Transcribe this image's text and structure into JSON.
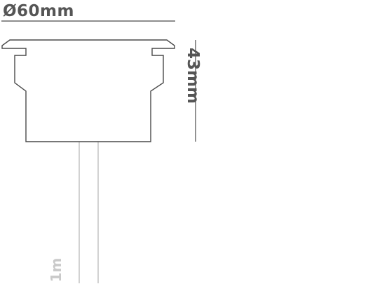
{
  "dimensions": {
    "diameter_label": "Ø60mm",
    "height_label": "43mm",
    "cable_length_label": "1m"
  },
  "colors": {
    "outline": "#4a4a4a",
    "dimension_text": "#555555",
    "cable": "#b5b5b5",
    "cable_text": "#c9c9c9"
  }
}
